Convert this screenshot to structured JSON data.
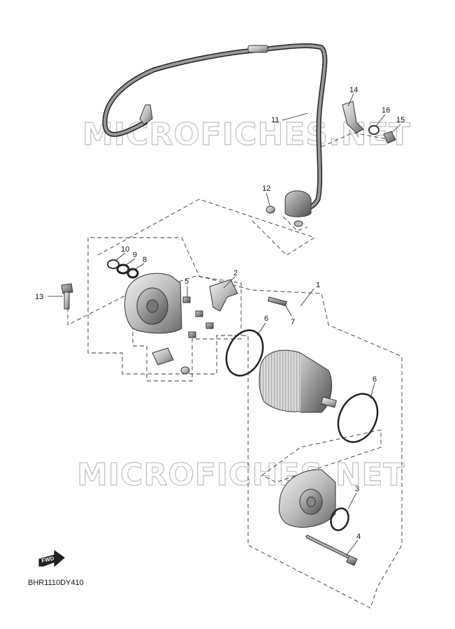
{
  "watermark": "MICROFICHES.NET",
  "diagram_code": "BHR1110DY410",
  "fwd_label": "FWD",
  "callouts": {
    "c1": "1",
    "c2": "2",
    "c3": "3",
    "c4": "4",
    "c5": "5",
    "c6a": "6",
    "c6b": "6",
    "c7": "7",
    "c8": "8",
    "c9": "9",
    "c10": "10",
    "c11": "11",
    "c12": "12",
    "c13": "13",
    "c14": "14",
    "c15": "15",
    "c16": "16"
  }
}
